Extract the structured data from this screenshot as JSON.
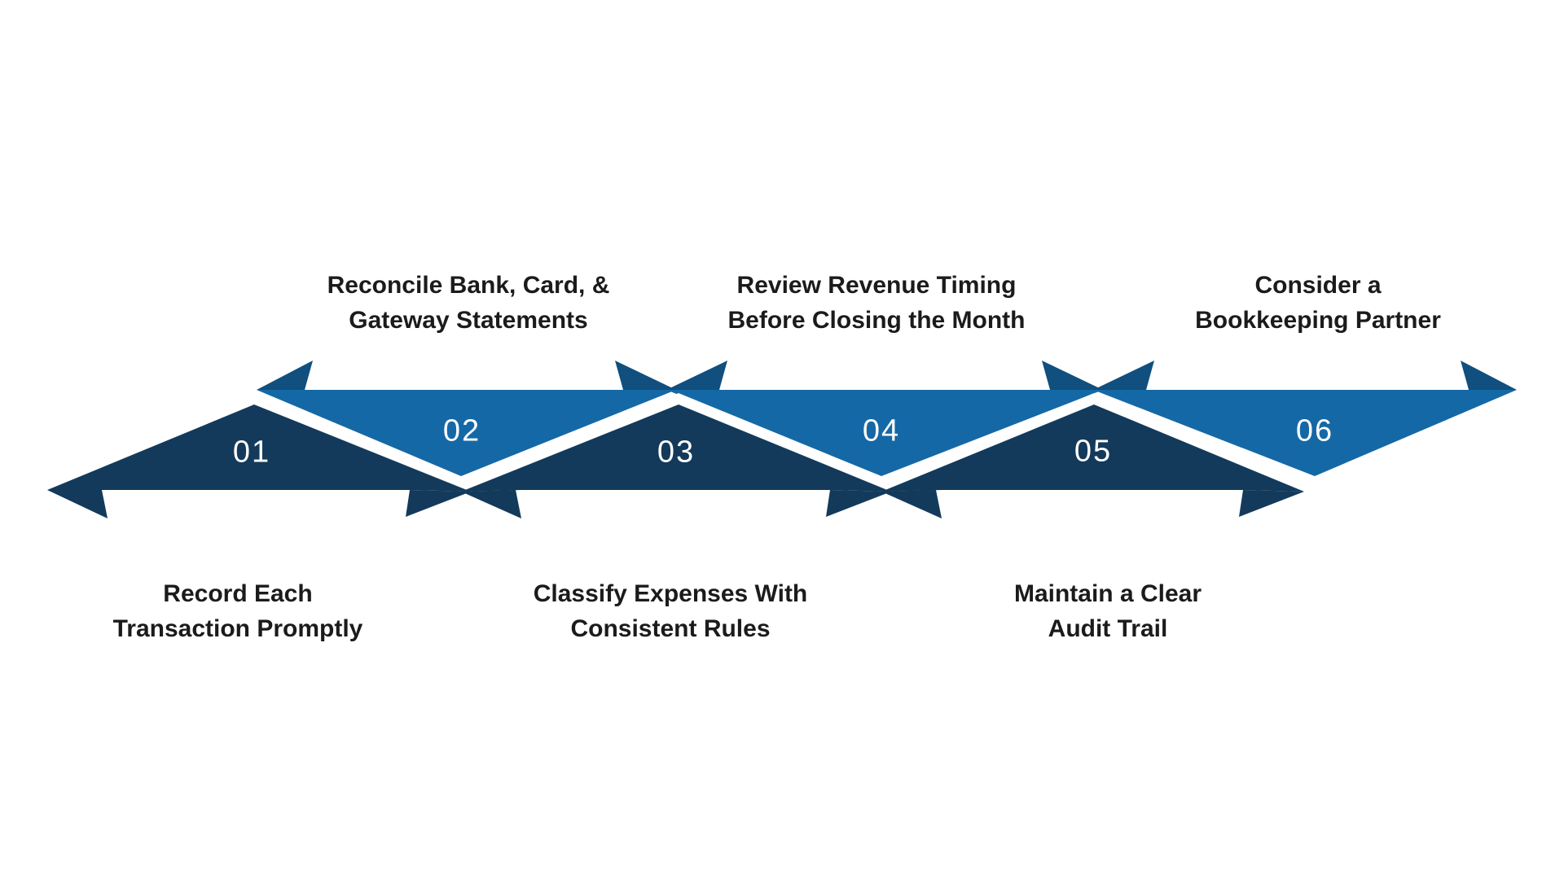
{
  "diagram": {
    "kind": "zigzag-arrow-process",
    "step_count": 6
  },
  "steps": [
    {
      "number": "01",
      "label_line1": "Record Each",
      "label_line2": "Transaction Promptly",
      "label_position": "bottom",
      "shape_color_role": "dark_navy"
    },
    {
      "number": "02",
      "label_line1": "Reconcile Bank, Card, &",
      "label_line2": "Gateway Statements",
      "label_position": "top",
      "shape_color_role": "medium_blue"
    },
    {
      "number": "03",
      "label_line1": "Classify Expenses With",
      "label_line2": "Consistent Rules",
      "label_position": "bottom",
      "shape_color_role": "dark_navy"
    },
    {
      "number": "04",
      "label_line1": "Review Revenue Timing",
      "label_line2": "Before Closing the Month",
      "label_position": "top",
      "shape_color_role": "medium_blue"
    },
    {
      "number": "05",
      "label_line1": "Maintain a Clear",
      "label_line2": "Audit Trail",
      "label_position": "bottom",
      "shape_color_role": "dark_navy"
    },
    {
      "number": "06",
      "label_line1": "Consider a",
      "label_line2": "Bookkeeping Partner",
      "label_position": "top",
      "shape_color_role": "medium_blue"
    }
  ],
  "colors": {
    "dark_navy": "#133a5b",
    "medium_blue": "#1568a6",
    "arrow_wing_blue": "#104f7e",
    "text": "#1b1b1b",
    "step_number": "#ffffff",
    "background": "#ffffff"
  }
}
